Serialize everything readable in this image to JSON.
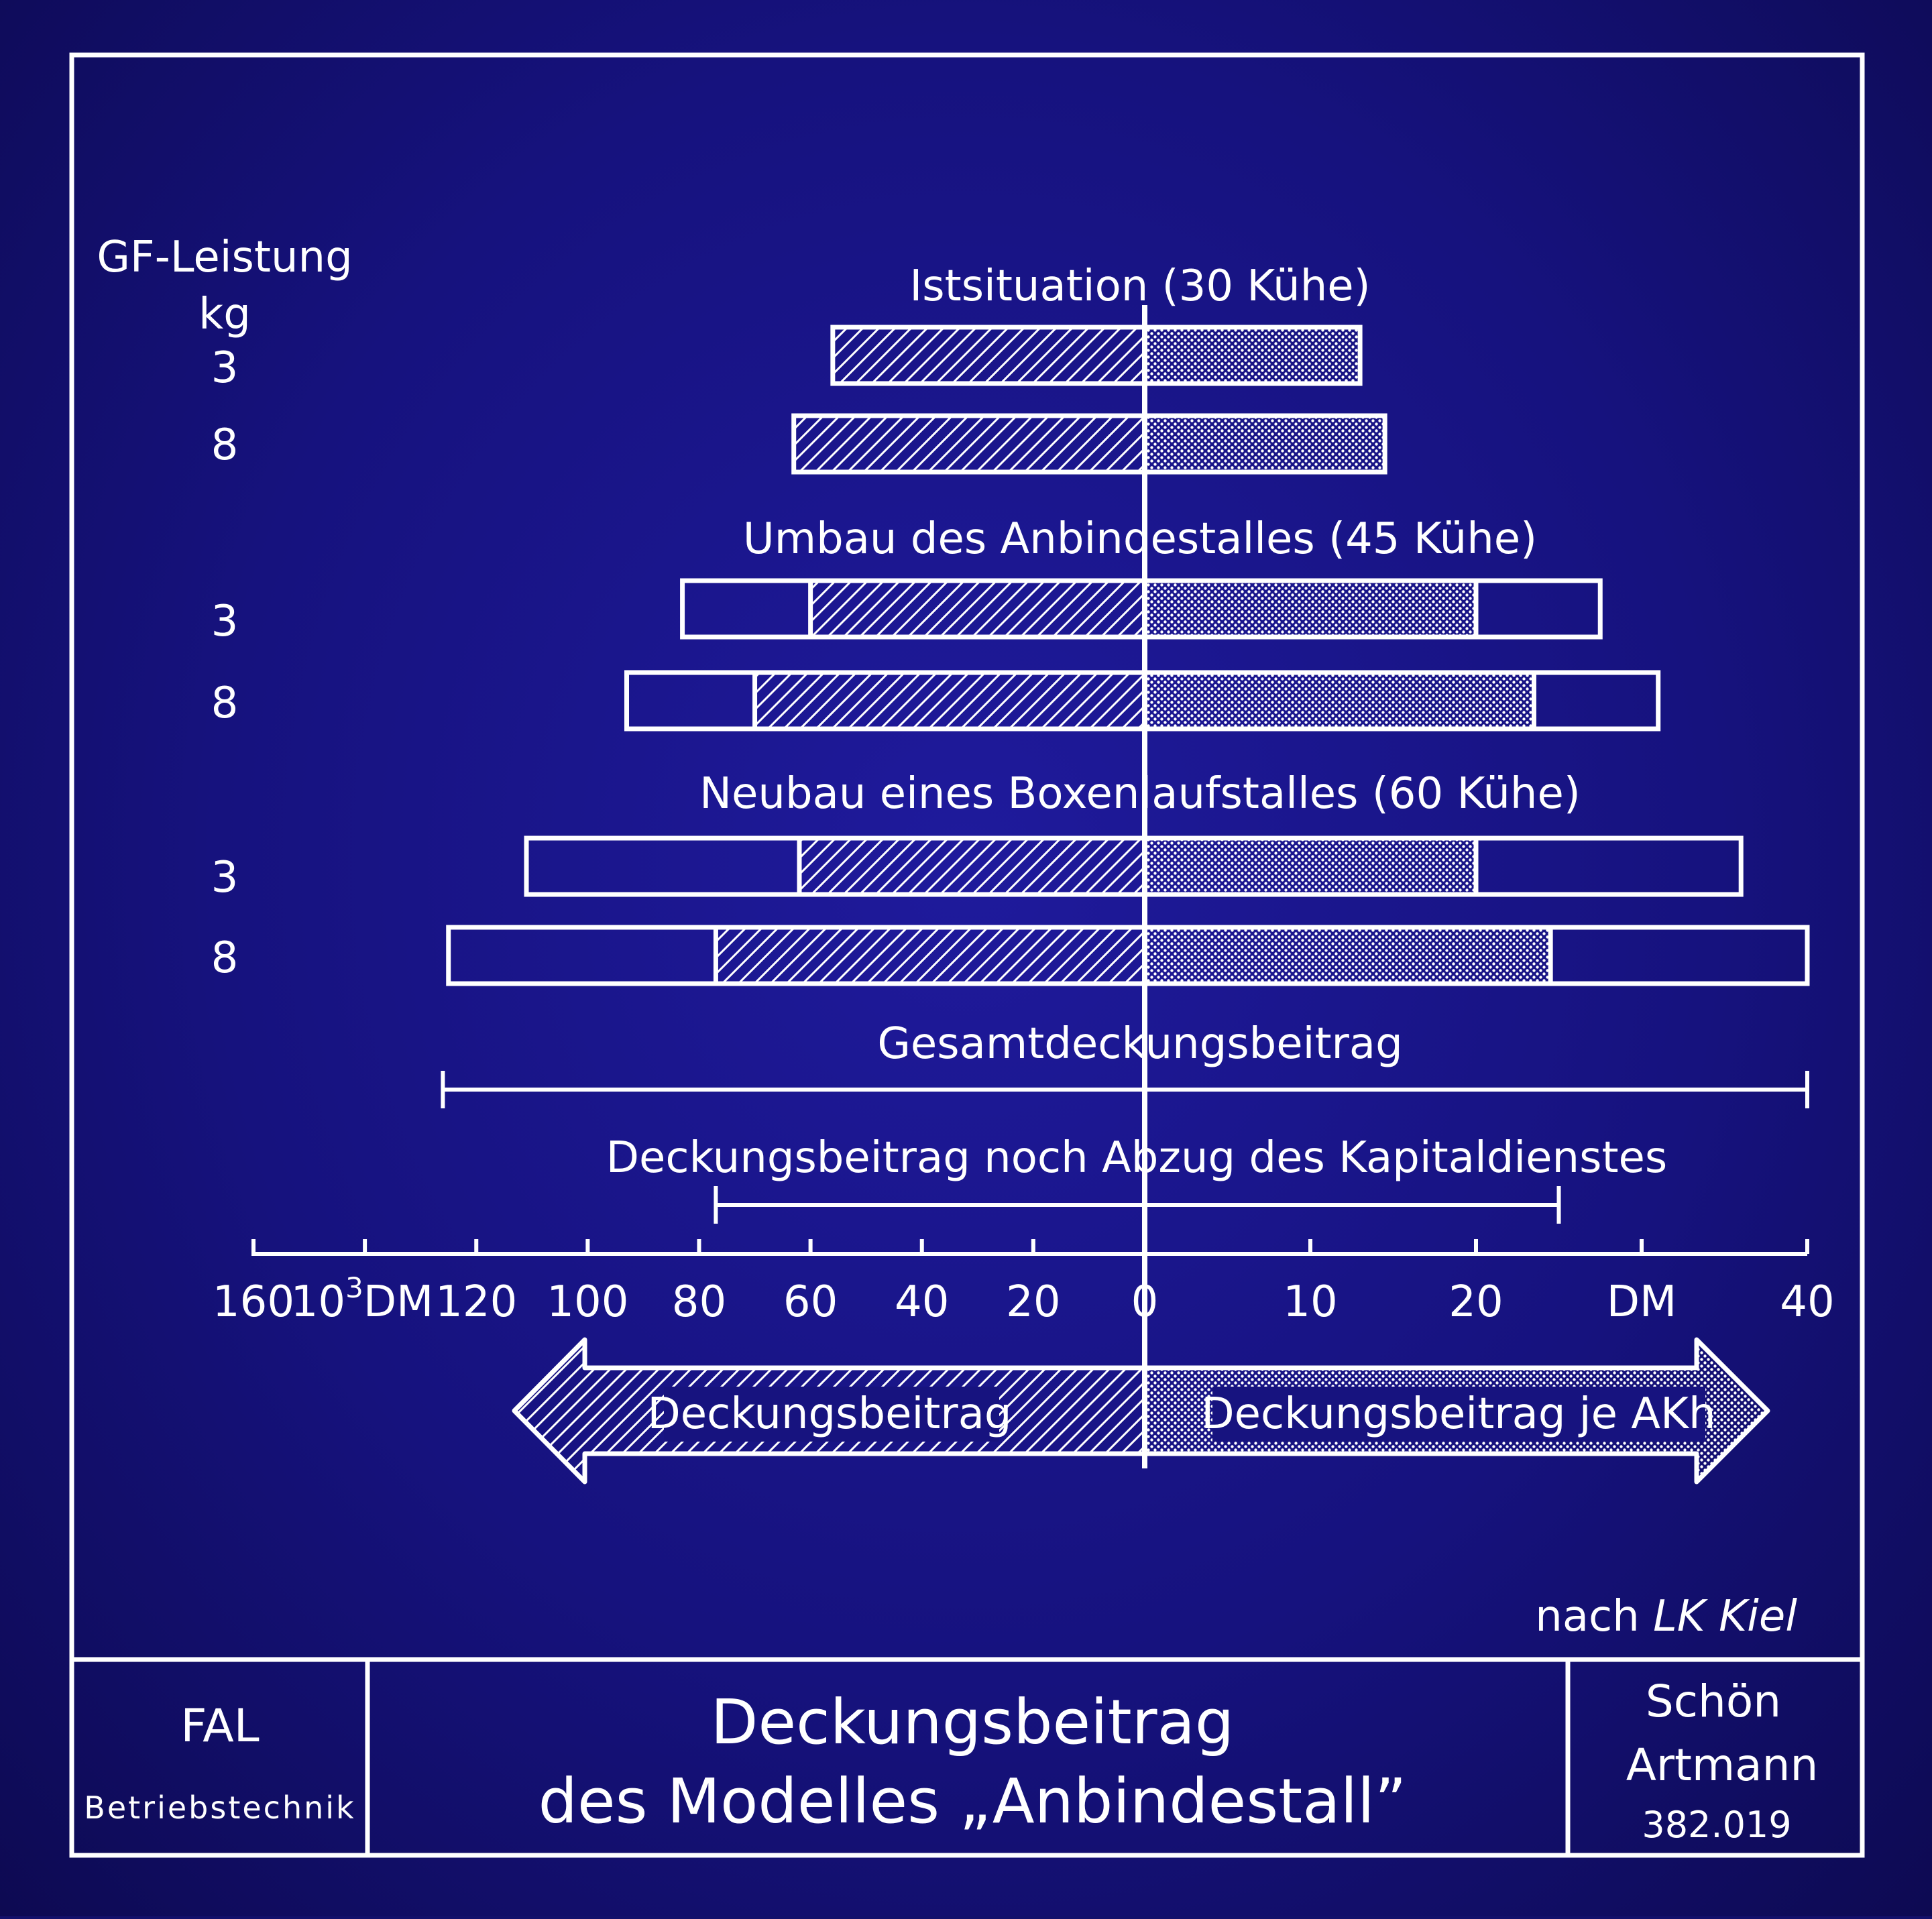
{
  "chart_data": {
    "type": "bar",
    "y_axis_title": [
      "GF-Leistung",
      "kg"
    ],
    "groups": [
      {
        "title": "Istsituation (30 Kühe)",
        "rows": [
          {
            "gf": "3",
            "deckungsbeitrag_tdm": 56,
            "db_nach_kapitaldienst_tdm": null,
            "db_je_akh_dm": 13,
            "db_je_akh_nach_kapitaldienst_dm": null
          },
          {
            "gf": "8",
            "deckungsbeitrag_tdm": 63,
            "db_nach_kapitaldienst_tdm": null,
            "db_je_akh_dm": 14.5,
            "db_je_akh_nach_kapitaldienst_dm": null
          }
        ]
      },
      {
        "title": "Umbau des Anbindestalles (45 Kühe)",
        "rows": [
          {
            "gf": "3",
            "deckungsbeitrag_tdm": 83,
            "db_nach_kapitaldienst_tdm": 60,
            "db_je_akh_dm": 27.5,
            "db_je_akh_nach_kapitaldienst_dm": 20
          },
          {
            "gf": "8",
            "deckungsbeitrag_tdm": 93,
            "db_nach_kapitaldienst_tdm": 70,
            "db_je_akh_dm": 31,
            "db_je_akh_nach_kapitaldienst_dm": 23.5
          }
        ]
      },
      {
        "title": "Neubau eines Boxenlaufstalles (60 Kühe)",
        "rows": [
          {
            "gf": "3",
            "deckungsbeitrag_tdm": 111,
            "db_nach_kapitaldienst_tdm": 62,
            "db_je_akh_dm": 36,
            "db_je_akh_nach_kapitaldienst_dm": 20
          },
          {
            "gf": "8",
            "deckungsbeitrag_tdm": 125,
            "db_nach_kapitaldienst_tdm": 77,
            "db_je_akh_dm": 40,
            "db_je_akh_nach_kapitaldienst_dm": 24.5
          }
        ]
      }
    ],
    "legend": {
      "gesamt": "Gesamtdeckungsbeitrag",
      "gesamt_left_tdm": 126,
      "gesamt_right_dm": 40,
      "nach_kapital": "Deckungsbeitrag noch Abzug des Kapitaldienstes",
      "nach_kapital_left_tdm": 77,
      "nach_kapital_right_dm": 25
    },
    "left_axis": {
      "unit": "10³DM",
      "unit_base": "10",
      "unit_exp": "3",
      "unit_suffix": "DM",
      "ticks": [
        "160",
        "120",
        "100",
        "80",
        "60",
        "40",
        "20",
        "0"
      ],
      "range": [
        0,
        160
      ]
    },
    "right_axis": {
      "unit": "DM",
      "ticks": [
        "10",
        "20",
        "40"
      ],
      "range": [
        0,
        40
      ]
    },
    "arrow_left_label": "Deckungsbeitrag",
    "arrow_right_label": "Deckungsbeitrag je AKh"
  },
  "source": {
    "prefix": "nach",
    "name": "LK Kiel"
  },
  "footer": {
    "institute": "FAL",
    "department": "Betriebstechnik",
    "title_line1": "Deckungsbeitrag",
    "title_line2": "des Modelles „Anbindestall”",
    "author1": "Schön",
    "author2": "Artmann",
    "number": "382.019"
  },
  "colors": {
    "background": "#16127e",
    "line": "#ffffff"
  }
}
